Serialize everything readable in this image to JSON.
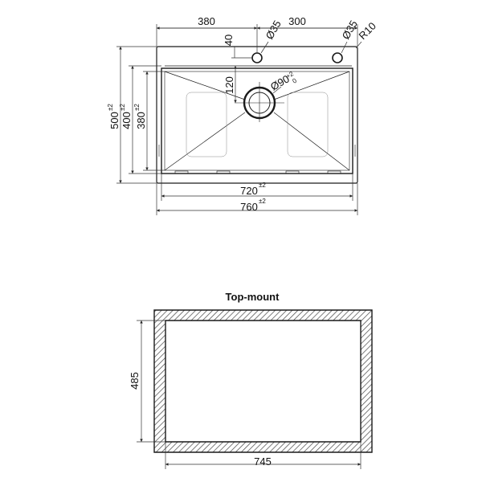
{
  "top_view": {
    "dims": {
      "top_left_width": "380",
      "top_right_width": "300",
      "tap_offset": "40",
      "tap_hole_left": "Ø35",
      "tap_hole_right": "Ø35",
      "corner_radius": "R10",
      "drain_offset": "120",
      "drain_diameter": "Ø90",
      "drain_tol_plus": "+2",
      "drain_tol_minus": "0",
      "depth_outer": "500",
      "depth_outer_tol": "±2",
      "depth_mid": "400",
      "depth_mid_tol": "±2",
      "depth_inner": "380",
      "depth_inner_tol": "±2",
      "width_inner": "720",
      "width_inner_tol": "±2",
      "width_outer": "760",
      "width_outer_tol": "±2"
    }
  },
  "cutout_view": {
    "title": "Top-mount",
    "dims": {
      "height": "485",
      "width": "745"
    }
  },
  "colors": {
    "line": "#1a1a1a",
    "dim_line": "#333333",
    "hatch": "#444444",
    "background": "#ffffff"
  }
}
